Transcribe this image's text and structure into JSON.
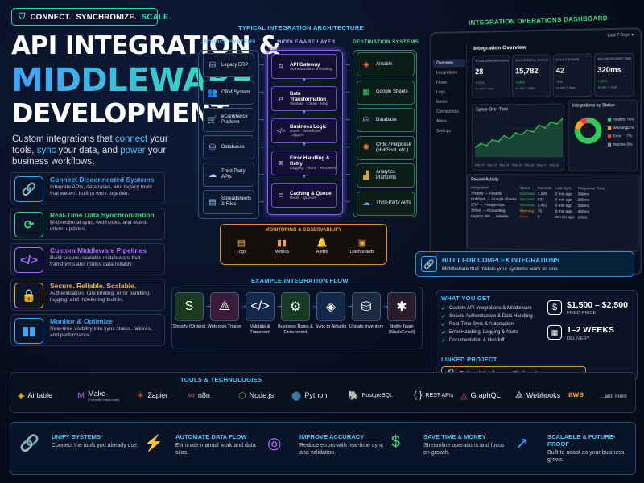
{
  "tagline": {
    "connect": "CONNECT.",
    "sync": "SYNCHRONIZE.",
    "scale": "SCALE."
  },
  "title": {
    "line1": "API INTEGRATION &",
    "line2": "MIDDLEWARE",
    "line3": "DEVELOPMENT"
  },
  "subtitle": {
    "p1": "Custom integrations that ",
    "w1": "connect",
    "p2": " your tools, ",
    "w2": "sync",
    "p3": " your data, and ",
    "w3": "power",
    "p4": " your business workflows."
  },
  "features": [
    {
      "title": "Connect Disconnected Systems",
      "desc": "Integrate APIs, databases, and legacy tools that weren't built to work together.",
      "icon": "link-icon",
      "color": "#3aa8ff"
    },
    {
      "title": "Real-Time Data Synchronization",
      "desc": "Bi-directional sync, webhooks, and event-driven updates.",
      "icon": "sync-icon",
      "color": "#37d67a"
    },
    {
      "title": "Custom Middleware Pipelines",
      "desc": "Build secure, scalable middleware that transforms and routes data reliably.",
      "icon": "code-icon",
      "color": "#b36bff"
    },
    {
      "title": "Secure. Reliable. Scalable.",
      "desc": "Authentication, rate limiting, error handling, logging, and monitoring built-in.",
      "icon": "shield-lock-icon",
      "color": "#f0b429"
    },
    {
      "title": "Monitor & Optimize",
      "desc": "Real-time visibility into sync status, failures, and performance.",
      "icon": "bar-chart-icon",
      "color": "#3aa8ff"
    }
  ],
  "architecture": {
    "title": "TYPICAL INTEGRATION ARCHITECTURE",
    "source_title": "SOURCE SYSTEMS",
    "middleware_title": "MIDDLEWARE LAYER",
    "dest_title": "DESTINATION SYSTEMS",
    "sources": [
      {
        "label": "Legacy ERP",
        "icon": "database-icon"
      },
      {
        "label": "CRM System",
        "icon": "people-icon"
      },
      {
        "label": "eCommerce Platform",
        "icon": "cart-icon"
      },
      {
        "label": "Databases",
        "icon": "database-icon"
      },
      {
        "label": "Third-Party APIs",
        "icon": "cloud-icon"
      },
      {
        "label": "Spreadsheets & Files",
        "icon": "file-icon"
      }
    ],
    "middleware": [
      {
        "label": "API Gateway",
        "sub": "Authentication & Routing",
        "icon": "gateway-icon"
      },
      {
        "label": "Data Transformation",
        "sub": "Validate · Clean · Map",
        "icon": "transform-icon"
      },
      {
        "label": "Business Logic",
        "sub": "Rules · Workflows · Triggers",
        "icon": "code-icon"
      },
      {
        "label": "Error Handling & Retry",
        "sub": "Logging · Alerts · Recovery",
        "icon": "retry-icon"
      },
      {
        "label": "Caching & Queue",
        "sub": "Redis · Queues",
        "icon": "stack-icon"
      }
    ],
    "destinations": [
      {
        "label": "Airtable",
        "icon": "airtable-icon"
      },
      {
        "label": "Google Sheets",
        "icon": "sheets-icon"
      },
      {
        "label": "Database",
        "icon": "database-icon"
      },
      {
        "label": "CRM / Helpdesk (HubSpot, etc.)",
        "icon": "hubspot-icon"
      },
      {
        "label": "Analytics Platforms",
        "icon": "analytics-icon"
      },
      {
        "label": "Third-Party APIs",
        "icon": "cloud-icon"
      }
    ],
    "monitoring_title": "MONITORING & OBSERVABILITY",
    "monitoring": [
      {
        "label": "Logs",
        "icon": "file-icon"
      },
      {
        "label": "Metrics",
        "icon": "bar-chart-icon"
      },
      {
        "label": "Alerts",
        "icon": "bell-icon"
      },
      {
        "label": "Dashboards",
        "icon": "dashboard-icon"
      }
    ]
  },
  "dashboard": {
    "title": "INTEGRATION OPERATIONS DASHBOARD",
    "range": "Last 7 Days",
    "nav": [
      "Overview",
      "Integrations",
      "Flows",
      "Logs",
      "Errors",
      "Connections",
      "Alerts",
      "Settings"
    ],
    "overview_title": "Integration Overview",
    "kpis": [
      {
        "label": "TOTAL INTEGRATIONS",
        "value": "28",
        "delta": "+12%",
        "sub": "vs last 7 days"
      },
      {
        "label": "SUCCESSFUL SYNCS",
        "value": "15,782",
        "delta": "+18%",
        "sub": "vs last 7 days"
      },
      {
        "label": "FAILED SYNCS",
        "value": "42",
        "delta": "-8%",
        "sub": "vs last 7 days"
      },
      {
        "label": "AVG RESPONSE TIME",
        "value": "320ms",
        "delta": "+15%",
        "sub": "vs last 7 days"
      }
    ],
    "sync_title": "Syncs Over Time",
    "sync_series": [
      10,
      14,
      12,
      18,
      16,
      22,
      19,
      25,
      23,
      28,
      26,
      33,
      30,
      36,
      34,
      40
    ],
    "sync_dates": [
      "May 12",
      "May 13",
      "May 14",
      "May 15",
      "May 16",
      "May 17",
      "May 18"
    ],
    "status_title": "Integrations by Status",
    "status": [
      {
        "label": "Healthy",
        "value": "78%",
        "color": "#34c759"
      },
      {
        "label": "Warning",
        "value": "12%",
        "color": "#f5a623"
      },
      {
        "label": "Error",
        "value": "7%",
        "color": "#ff3b30"
      },
      {
        "label": "Inactive",
        "value": "3%",
        "color": "#8e8e93"
      }
    ],
    "status_values": [
      78,
      12,
      7,
      3
    ],
    "activity_title": "Recent Activity",
    "activity_headers": [
      "Integration",
      "Status",
      "Records",
      "Last Sync",
      "Response Time"
    ],
    "activity_rows": [
      [
        "Shopify → Airtable",
        "Success",
        "1,245",
        "2 min ago",
        "289ms"
      ],
      [
        "HubSpot → Google Sheets",
        "Success",
        "832",
        "3 min ago",
        "235ms"
      ],
      [
        "ERP → PostgreSQL",
        "Success",
        "3,421",
        "5 min ago",
        "265ms"
      ],
      [
        "Stripe → Accounting",
        "Warning",
        "76",
        "8 min ago",
        "420ms"
      ],
      [
        "Legacy API → Airtable",
        "Error",
        "0",
        "10 min ago",
        "1.82s"
      ]
    ]
  },
  "complex": {
    "title": "BUILT FOR COMPLEX INTEGRATIONS",
    "desc": "Middleware that makes your systems work as one."
  },
  "flow": {
    "title": "EXAMPLE INTEGRATION FLOW",
    "steps": [
      {
        "label": "Shopify (Orders)",
        "icon": "shopify-icon",
        "color": "#1c3a1e"
      },
      {
        "label": "Webhook Trigger",
        "icon": "webhook-icon",
        "color": "#3a1c3a"
      },
      {
        "label": "Validate & Transform",
        "icon": "code-icon",
        "color": "#14284a"
      },
      {
        "label": "Business Rules & Enrichment",
        "icon": "gear-icon",
        "color": "#163a22"
      },
      {
        "label": "Sync to Airtable",
        "icon": "airtable-icon",
        "color": "#14284a"
      },
      {
        "label": "Update Inventory",
        "icon": "database-icon",
        "color": "#1c2a40"
      },
      {
        "label": "Notify Team (Slack/Email)",
        "icon": "slack-icon",
        "color": "#2a1c2a"
      }
    ]
  },
  "what_you_get": {
    "title": "WHAT YOU GET",
    "items": [
      "Custom API Integrations & Middleware",
      "Secure Authentication & Data Handling",
      "Real-Time Sync & Automation",
      "Error Handling, Logging & Alerts",
      "Documentation & Handoff"
    ],
    "price": "$1,500 – $2,500",
    "price_label": "FIXED PRICE",
    "delivery": "1–2 WEEKS",
    "delivery_label": "DELIVERY",
    "linked_title": "LINKED PROJECT",
    "linked": "Tether (Middleware Platform)"
  },
  "tools": {
    "title": "TOOLS & TECHNOLOGIES",
    "items": [
      {
        "label": "Airtable",
        "icon": "airtable-icon",
        "color": "#ffb400"
      },
      {
        "label": "Make",
        "sub": "(Formerly Integromat)",
        "icon": "make-icon",
        "color": "#b04cff"
      },
      {
        "label": "Zapier",
        "icon": "zapier-icon",
        "color": "#ff4f00"
      },
      {
        "label": "n8n",
        "icon": "n8n-icon",
        "color": "#ff6d5a"
      },
      {
        "label": "Node.js",
        "icon": "nodejs-icon",
        "color": "#68a063"
      },
      {
        "label": "Python",
        "icon": "python-icon",
        "color": "#3776ab"
      },
      {
        "label": "PostgreSQL",
        "icon": "postgresql-icon",
        "color": "#336791"
      },
      {
        "label": "REST APIs",
        "icon": "braces-icon",
        "color": "#e8edf6"
      },
      {
        "label": "GraphQL",
        "icon": "graphql-icon",
        "color": "#e535ab"
      },
      {
        "label": "Webhooks",
        "icon": "webhook-icon",
        "color": "#e8edf6"
      },
      {
        "label": "aws",
        "icon": "aws-icon",
        "color": "#ff9900"
      }
    ],
    "more": "...and more"
  },
  "benefits": [
    {
      "title": "UNIFY SYSTEMS",
      "desc": "Connect the tools you already use.",
      "icon": "link-icon",
      "color": "#3aa8ff"
    },
    {
      "title": "AUTOMATE DATA FLOW",
      "desc": "Eliminate manual work and data silos.",
      "icon": "bolt-icon",
      "color": "#f0b429"
    },
    {
      "title": "IMPROVE ACCURACY",
      "desc": "Reduce errors with real-time sync and validation.",
      "icon": "target-icon",
      "color": "#b36bff"
    },
    {
      "title": "SAVE TIME & MONEY",
      "desc": "Streamline operations and focus on growth.",
      "icon": "dollar-icon",
      "color": "#37d67a"
    },
    {
      "title": "SCALABLE & FUTURE-PROOF",
      "desc": "Built to adapt as your business grows.",
      "icon": "growth-icon",
      "color": "#3aa8ff"
    }
  ]
}
